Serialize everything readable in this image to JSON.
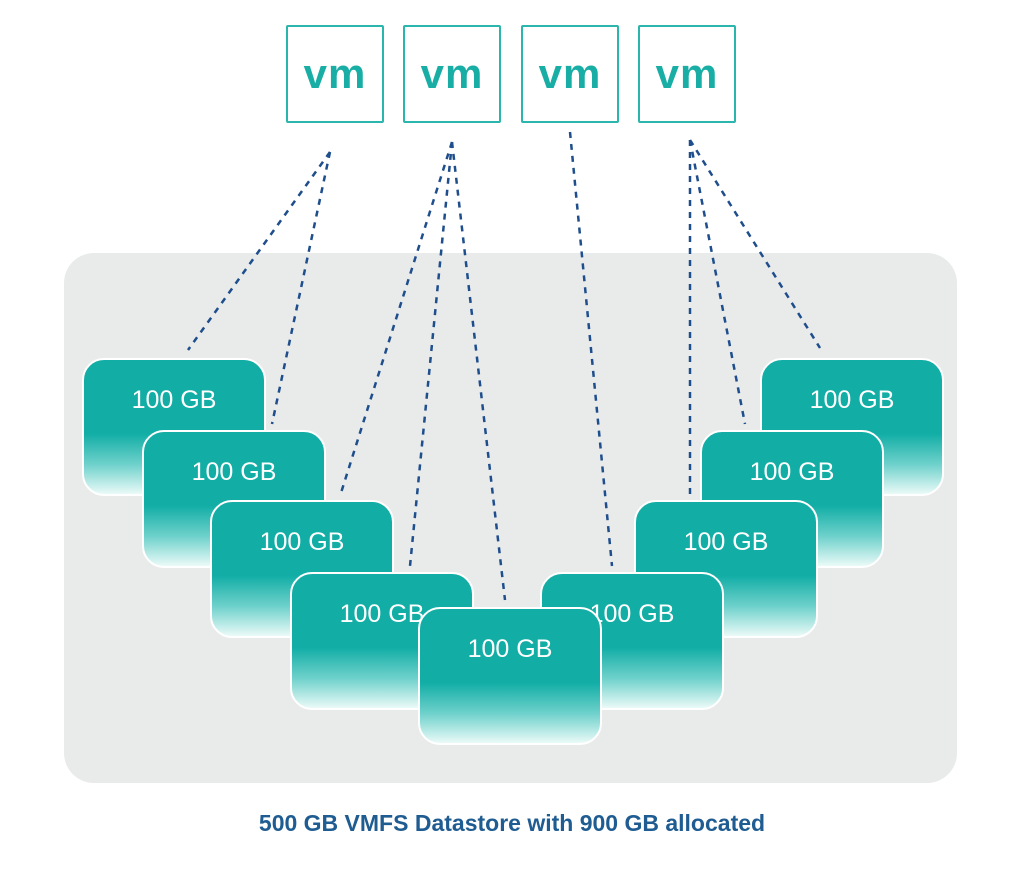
{
  "vms": [
    {
      "label": "vm",
      "disks": [
        0,
        1
      ]
    },
    {
      "label": "vm",
      "disks": [
        2,
        3,
        4
      ]
    },
    {
      "label": "vm",
      "disks": [
        5
      ]
    },
    {
      "label": "vm",
      "disks": [
        6,
        7,
        8
      ]
    }
  ],
  "disks": [
    {
      "label": "100 GB"
    },
    {
      "label": "100 GB"
    },
    {
      "label": "100 GB"
    },
    {
      "label": "100 GB"
    },
    {
      "label": "100 GB"
    },
    {
      "label": "100 GB"
    },
    {
      "label": "100 GB"
    },
    {
      "label": "100 GB"
    },
    {
      "label": "100 GB"
    }
  ],
  "caption": "500 GB VMFS Datastore with 900 GB allocated",
  "colors": {
    "accent": "#12aea6",
    "link": "#1f4e8c",
    "caption": "#1f5c91",
    "panel": "#e9ebeb"
  }
}
